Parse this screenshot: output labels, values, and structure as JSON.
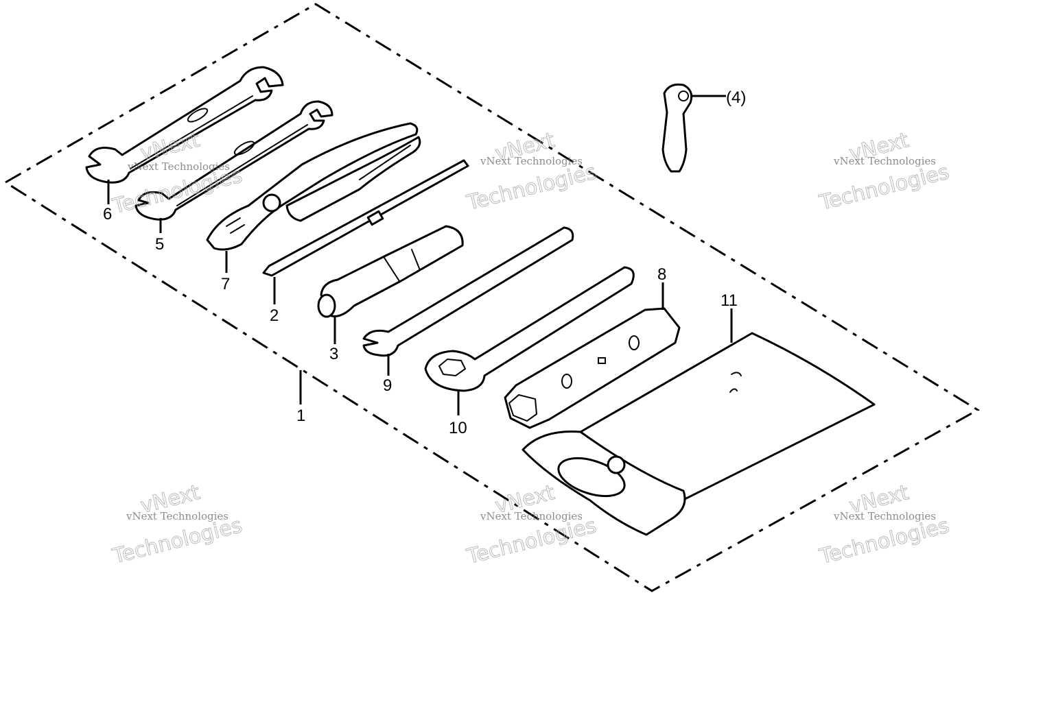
{
  "callouts": {
    "c1": "1",
    "c2": "2",
    "c3": "3",
    "c4": "(4)",
    "c5": "5",
    "c6": "6",
    "c7": "7",
    "c8": "8",
    "c9": "9",
    "c10": "10",
    "c11": "11"
  },
  "watermark": {
    "line1": "vNext Technologies",
    "line2": "Technologies",
    "line3": "vNext"
  }
}
